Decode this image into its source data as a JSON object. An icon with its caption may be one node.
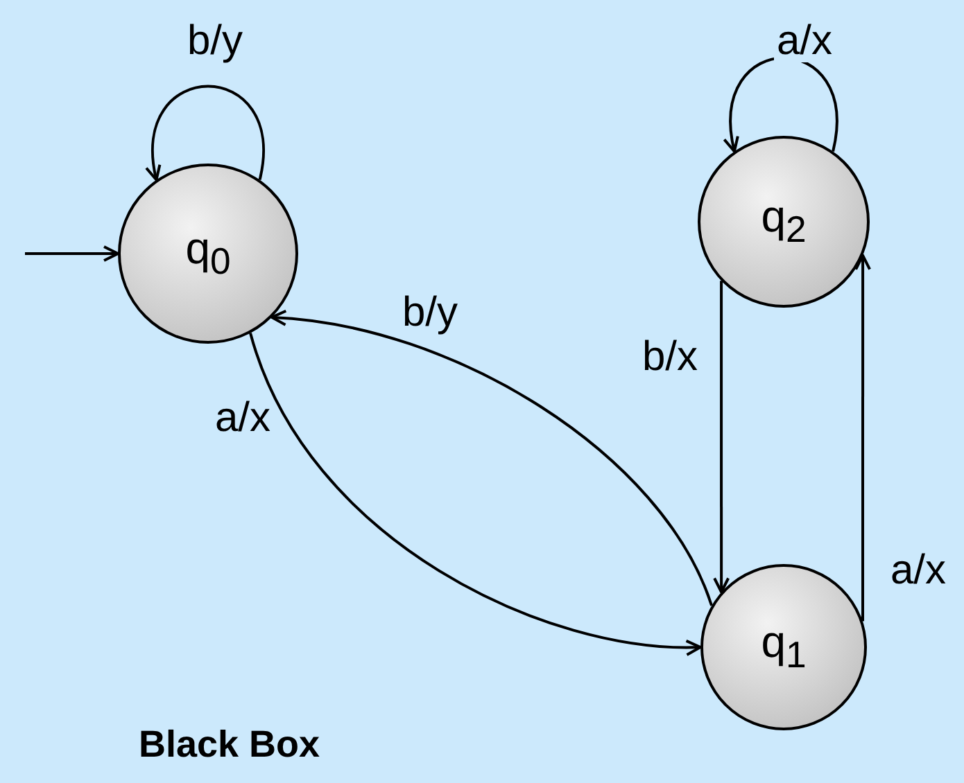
{
  "diagram": {
    "nodes": [
      {
        "text": [
          "q$_{0}$"
        ]
      },
      {
        "text": [
          "q$_{2}$"
        ]
      },
      {
        "text": [
          "q$_{1}$"
        ]
      }
    ],
    "edges": [
      {
        "from": null,
        "to": 0,
        "arrow": "to"
      },
      {
        "from": 0,
        "to": 0,
        "arrow": "to",
        "label": "b/y"
      },
      {
        "from": 1,
        "to": 1,
        "arrow": "to",
        "label": "a/x"
      },
      {
        "from": 2,
        "to": 0,
        "arrow": "to",
        "label": "b/y"
      },
      {
        "from": 0,
        "to": 2,
        "arrow": "to",
        "label": "a/x"
      },
      {
        "from": 1,
        "to": 2,
        "arrow": "to",
        "label": "b/x"
      },
      {
        "from": 2,
        "to": 1,
        "arrow": "to",
        "label": "a/x"
      }
    ],
    "labels": [
      "Black Box"
    ]
  }
}
